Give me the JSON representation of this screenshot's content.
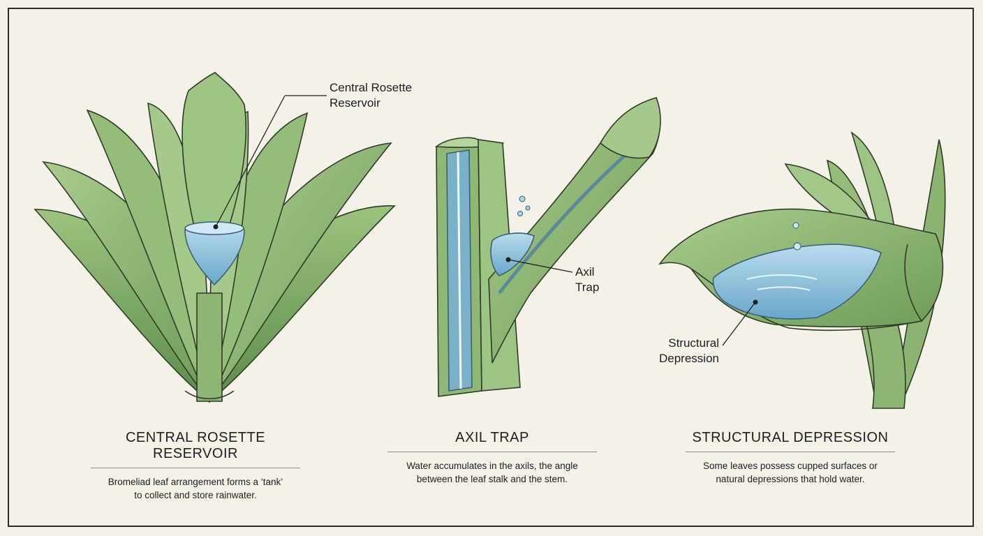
{
  "panels": [
    {
      "callout": [
        "Central Rosette",
        "Reservoir"
      ],
      "title": "CENTRAL ROSETTE RESERVOIR",
      "description": [
        "Bromeliad leaf arrangement forms a ‘tank’",
        "to collect and store rainwater."
      ]
    },
    {
      "callout": [
        "Axil",
        "Trap"
      ],
      "title": "AXIL TRAP",
      "description": [
        "Water accumulates in the axils, the angle",
        "between the leaf stalk and the stem."
      ]
    },
    {
      "callout": [
        "Structural",
        "Depression"
      ],
      "title": "STRUCTURAL DEPRESSION",
      "description": [
        "Some leaves possess cupped surfaces or",
        "natural depressions that hold water."
      ]
    }
  ],
  "colors": {
    "leaf": "#8fb874",
    "leaf_dark": "#5f8c4a",
    "water": "#8fc3de",
    "line": "#2b2b2b",
    "paper": "#f3f1e8"
  }
}
